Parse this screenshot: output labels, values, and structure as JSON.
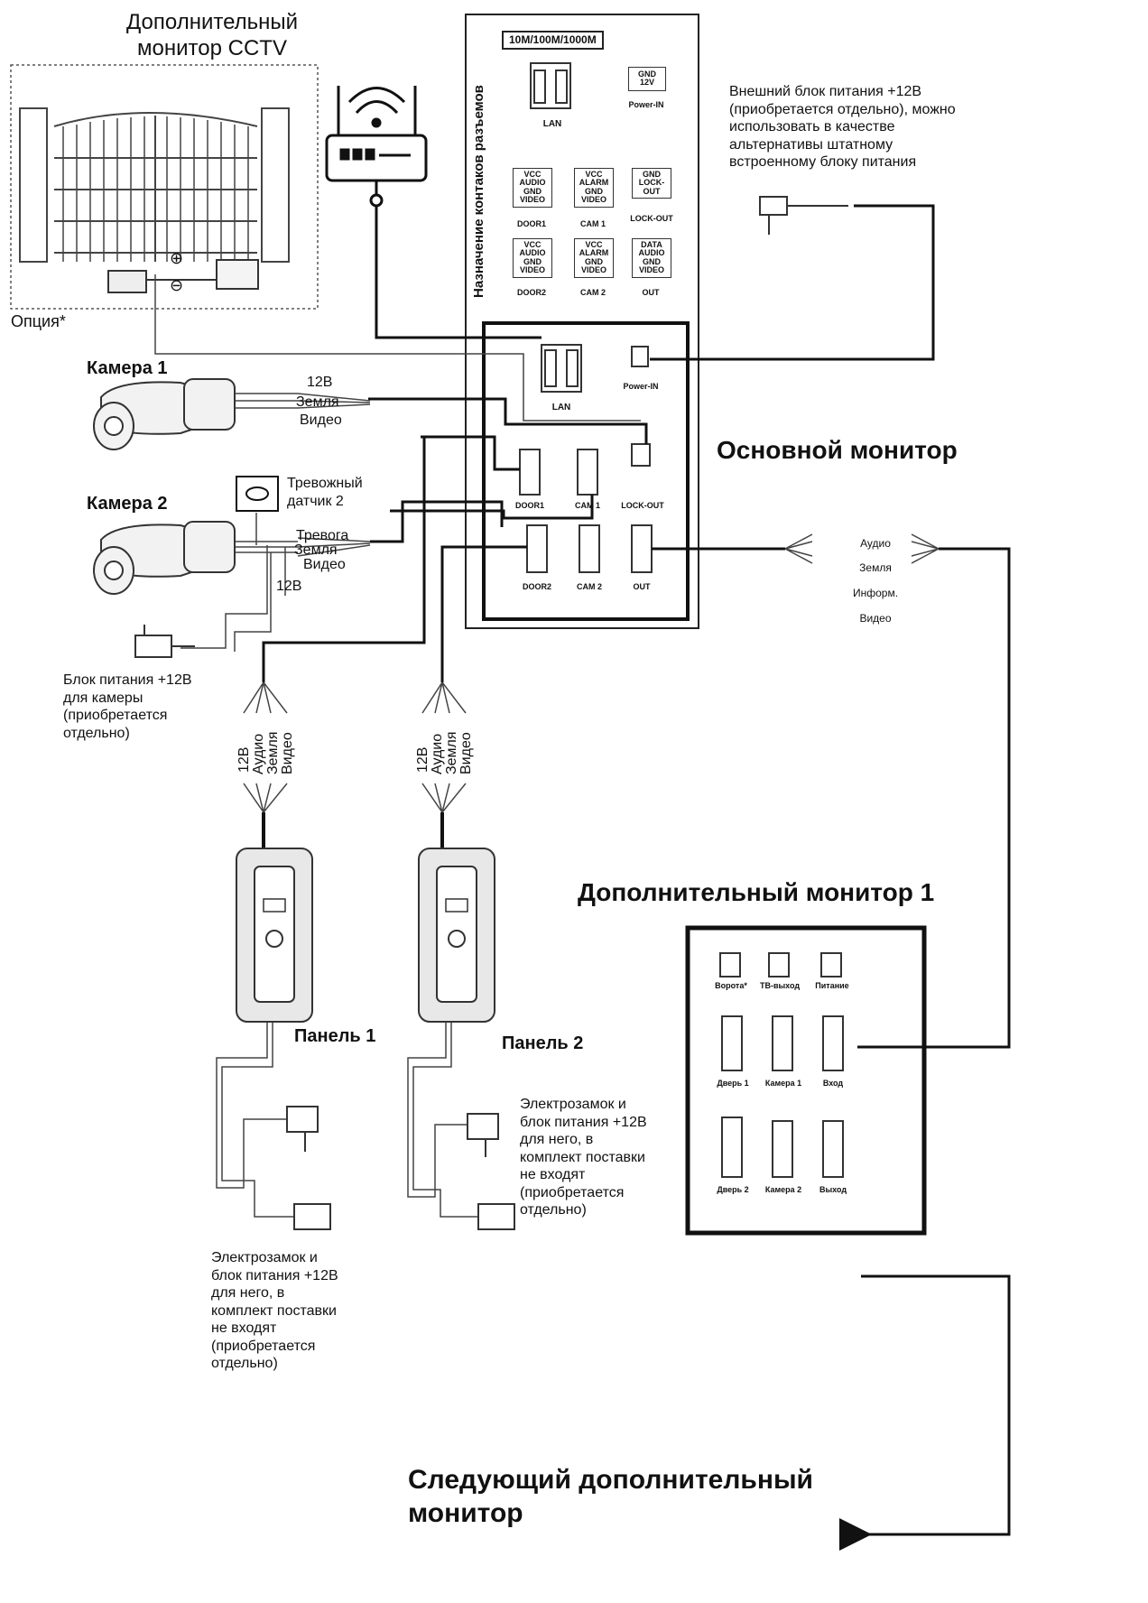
{
  "cctv": {
    "title": "Дополнительный\nмонитор CCTV",
    "option": "Опция*",
    "plus": "⊕",
    "minus": "⊖"
  },
  "pinout": {
    "heading": "Назначение контаков разъемов",
    "ethernet": "10M/100M/1000M",
    "lan": "LAN",
    "power_block": "GND\n12V",
    "power_in": "Power-IN",
    "door1_block": "VCC\nAUDIO\nGND\nVIDEO",
    "door1": "DOOR1",
    "cam1_block": "VCC\nALARM\nGND\nVIDEO",
    "cam1": "CAM 1",
    "lock_block": "GND\nLOCK-OUT",
    "lock": "LOCK-OUT",
    "door2_block": "VCC\nAUDIO\nGND\nVIDEO",
    "door2": "DOOR2",
    "cam2_block": "VCC\nALARM\nGND\nVIDEO",
    "cam2": "CAM 2",
    "out_block": "DATA\nAUDIO\nGND\nVIDEO",
    "out": "OUT"
  },
  "power_note": "Внешний блок питания +12В\n(приобретается отдельно), можно\nиспользовать в качестве\nальтернативы штатному\nвстроенному блоку питания",
  "camera1": {
    "title": "Камера 1",
    "w1": "12В",
    "w2": "Земля",
    "w3": "Видео"
  },
  "camera2": {
    "title": "Камера 2",
    "sensor": "Тревожный\nдатчик 2",
    "w1": "Тревога",
    "w2": "Земля",
    "w3": "Видео",
    "w4": "12В",
    "psu": "Блок питания +12В\nдля камеры\n(приобретается\nотдельно)"
  },
  "main_monitor": {
    "title": "Основной монитор",
    "lan": "LAN",
    "power_in": "Power-IN",
    "door1": "DOOR1",
    "cam1": "CAM 1",
    "lock": "LOCK-OUT",
    "door2": "DOOR2",
    "cam2": "CAM 2",
    "out": "OUT"
  },
  "out_wires": [
    "Аудио",
    "Земля",
    "Информ.",
    "Видео"
  ],
  "panel_wires": [
    "12В",
    "Аудио",
    "Земля",
    "Видео"
  ],
  "panel1": {
    "title": "Панель 1",
    "note": "Электрозамок и\nблок питания +12В\nдля него, в\nкомплект поставки\nне входят\n(приобретается\nотдельно)"
  },
  "panel2": {
    "title": "Панель 2",
    "note": "Электрозамок и\nблок питания +12В\nдля него, в\nкомплект поставки\nне входят\n(приобретается\nотдельно)"
  },
  "extra_monitor": {
    "title": "Дополнительный монитор 1",
    "gate": "Ворота*",
    "tv": "ТВ-выход",
    "power": "Питание",
    "door1": "Дверь 1",
    "cam1": "Камера 1",
    "input": "Вход",
    "door2": "Дверь 2",
    "cam2": "Камера 2",
    "output": "Выход"
  },
  "next_monitor": "Следующий дополнительный\nмонитор"
}
